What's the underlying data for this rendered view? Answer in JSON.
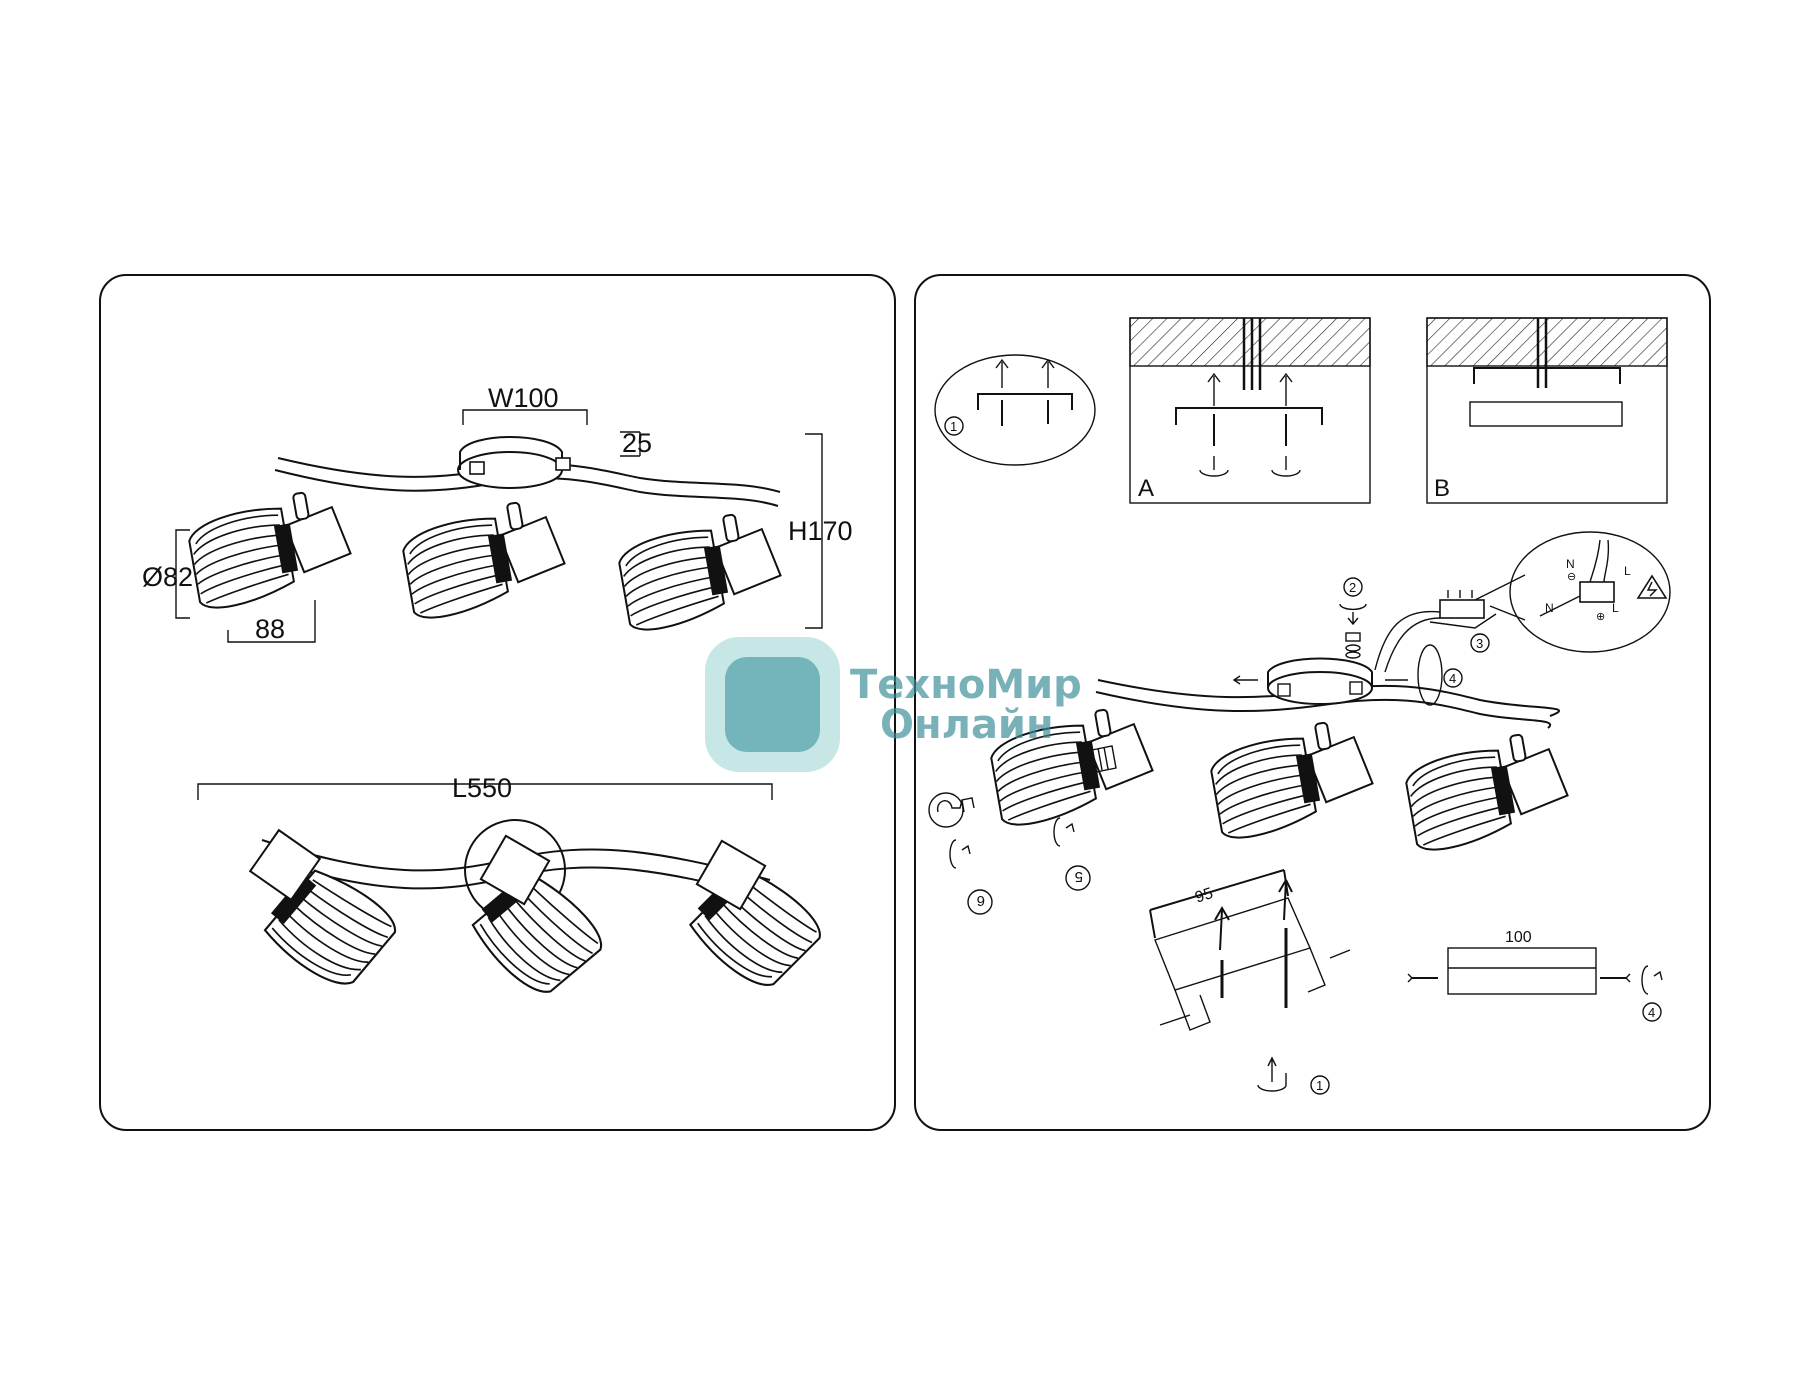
{
  "dimensions_panel": {
    "width_label": "W100",
    "depth_label": "25",
    "height_label": "H170",
    "diameter_label": "Ø82",
    "shade_length_label": "88",
    "length_label": "L550"
  },
  "installation_panel": {
    "variant_a_label": "A",
    "variant_b_label": "B",
    "bracket_width_label": "95",
    "plate_width_label": "100",
    "wire_labels": {
      "neutral": "N",
      "live": "L",
      "neutral_sign": "⊖",
      "live_sign": "⊕"
    },
    "steps": [
      "1",
      "2",
      "3",
      "4",
      "5",
      "6"
    ]
  },
  "watermark": {
    "line1": "ТехноМир",
    "line2": "Онлайн",
    "color": "#3a8e96"
  }
}
